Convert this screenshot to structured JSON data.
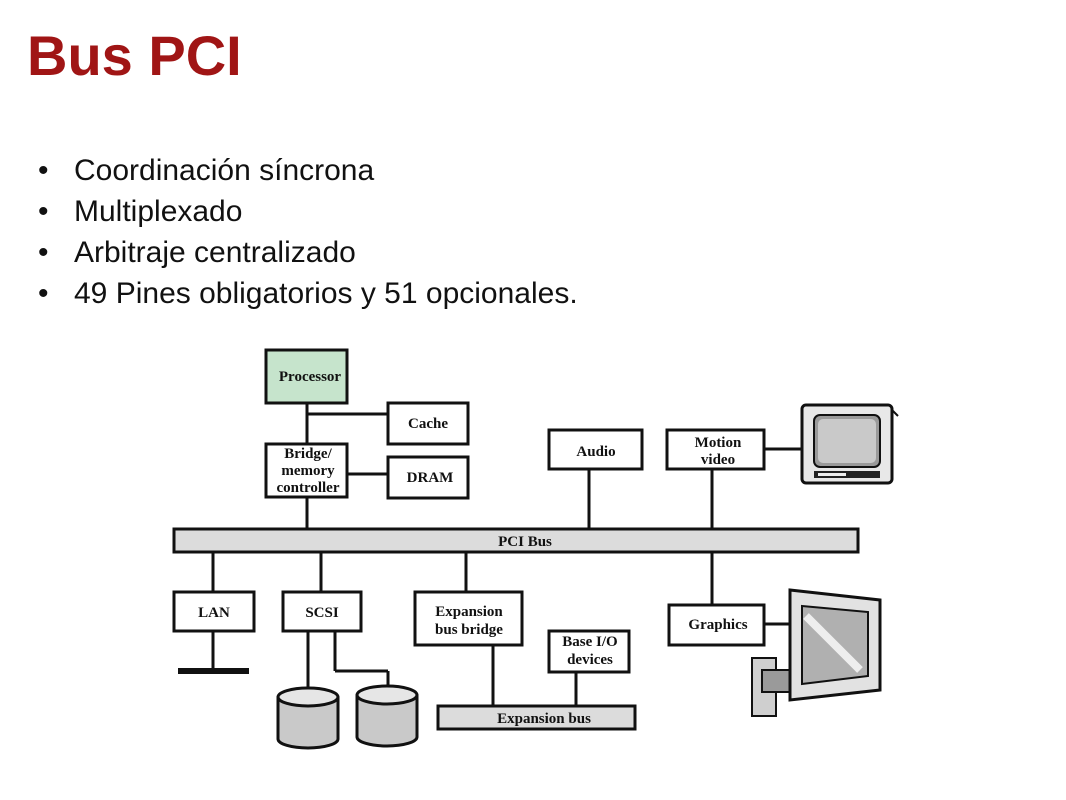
{
  "slide": {
    "title": "Bus PCI",
    "bullets": [
      "Coordinación síncrona",
      "Multiplexado",
      "Arbitraje centralizado",
      "49 Pines obligatorios y 51 opcionales."
    ]
  },
  "diagram": {
    "processor": "Processor",
    "cache": "Cache",
    "bridge": [
      "Bridge/",
      "memory",
      "controller"
    ],
    "dram": "DRAM",
    "audio": "Audio",
    "motion_video": [
      "Motion",
      "video"
    ],
    "pci_bus": "PCI Bus",
    "lan": "LAN",
    "scsi": "SCSI",
    "expansion_bridge": [
      "Expansion",
      "bus bridge"
    ],
    "base_io": [
      "Base I/O",
      "devices"
    ],
    "graphics": "Graphics",
    "expansion_bus": "Expansion bus"
  },
  "colors": {
    "title": "#a01515",
    "processor_fill": "#c6e4cc",
    "bus_fill": "#dcdcdc"
  },
  "icons": [
    "tv-monitor-icon",
    "wall-monitor-icon",
    "disk-drive-icon"
  ]
}
